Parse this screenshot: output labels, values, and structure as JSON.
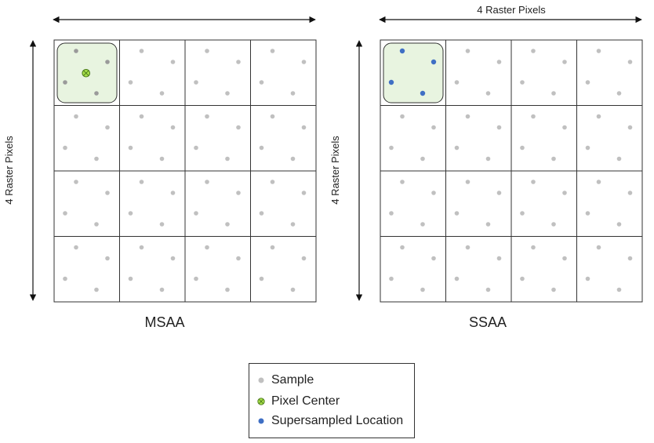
{
  "msaa": {
    "title": "MSAA",
    "side_label": "4 Raster Pixels",
    "top_label": ""
  },
  "ssaa": {
    "title": "SSAA",
    "side_label": "4 Raster Pixels",
    "top_label": "4 Raster Pixels"
  },
  "legend": {
    "sample": "Sample",
    "pixel_center": "Pixel Center",
    "supersampled": "Supersampled Location"
  },
  "colors": {
    "sample": "#c0c0c0",
    "pixel_center_fill": "#a8e04a",
    "pixel_center_stroke": "#4a7a1a",
    "supersampled": "#3f6fc4",
    "highlight_fill": "#e8f4e0",
    "grid_line": "#333333"
  },
  "grid": {
    "rows": 4,
    "cols": 4
  }
}
